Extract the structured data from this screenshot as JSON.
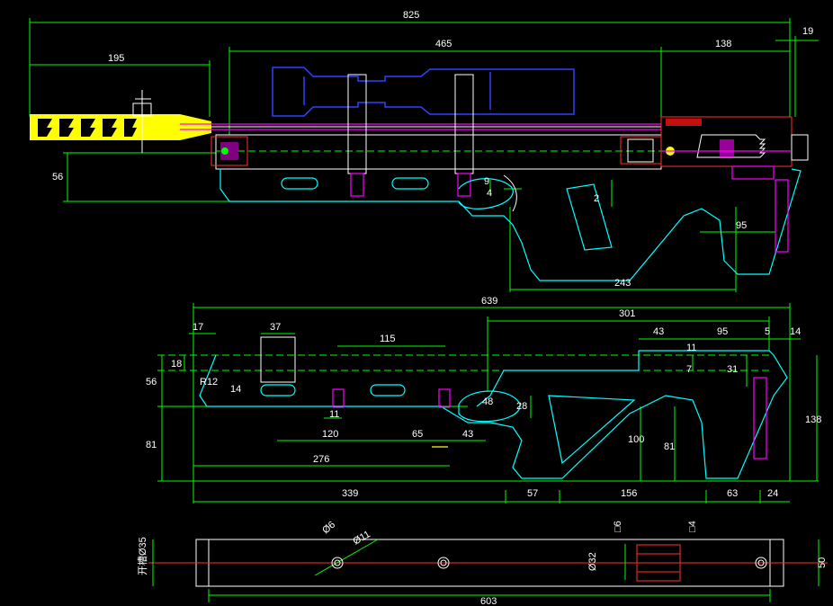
{
  "dimensions": {
    "top_view": [
      "825",
      "465",
      "195",
      "138",
      "19",
      "56",
      "9",
      "4",
      "2",
      "95",
      "243"
    ],
    "middle_view": [
      "639",
      "301",
      "17",
      "37",
      "115",
      "43",
      "95",
      "5",
      "14",
      "11",
      "18",
      "56",
      "R12",
      "14",
      "7",
      "31",
      "48",
      "28",
      "11",
      "120",
      "65",
      "43",
      "81",
      "100",
      "81",
      "138",
      "276",
      "339",
      "57",
      "156",
      "63",
      "24"
    ],
    "bottom_view": [
      "Ø6",
      "Ø11",
      "□6",
      "□4",
      "开槽Ø35",
      "Ø32",
      "50",
      "603"
    ]
  },
  "colors": {
    "background": "#000000",
    "dimension": "#00ff00",
    "outline": "#00ffff",
    "scope": "#3040ff",
    "muzzle": "#ffff00",
    "parts": "#ff00ff",
    "section": "#ff3030"
  }
}
